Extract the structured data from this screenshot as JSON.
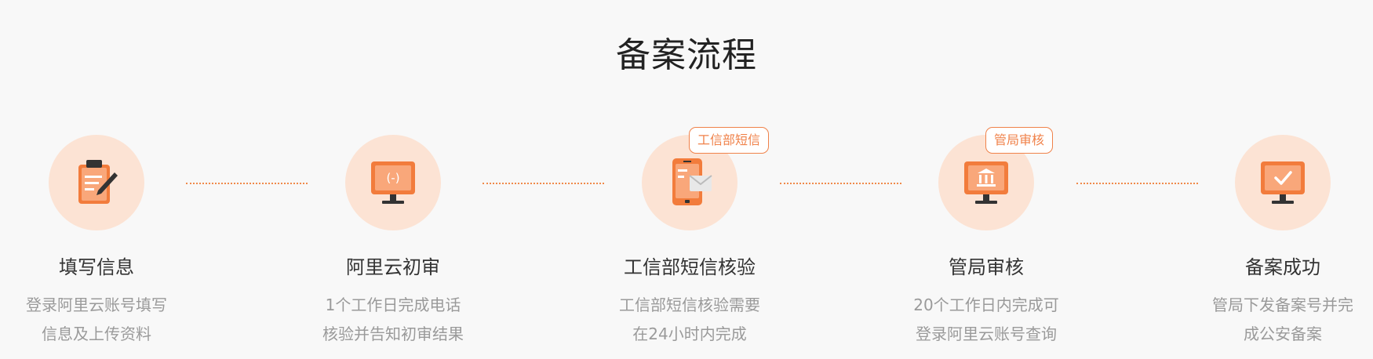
{
  "title": "备案流程",
  "badges": {
    "sms": "工信部短信",
    "bureau": "管局审核"
  },
  "steps": [
    {
      "icon": "form-edit-icon",
      "title": "填写信息",
      "desc": [
        "登录阿里云账号填写",
        "信息及上传资料"
      ]
    },
    {
      "icon": "monitor-code-icon",
      "title": "阿里云初审",
      "desc": [
        "1个工作日完成电话",
        "核验并告知初审结果"
      ]
    },
    {
      "icon": "phone-message-icon",
      "title": "工信部短信核验",
      "desc": [
        "工信部短信核验需要",
        "在24小时内完成"
      ]
    },
    {
      "icon": "monitor-building-icon",
      "title": "管局审核",
      "desc": [
        "20个工作日内完成可",
        "登录阿里云账号查询"
      ]
    },
    {
      "icon": "monitor-check-icon",
      "title": "备案成功",
      "desc": [
        "管局下发备案号并完",
        "成公安备案"
      ]
    }
  ],
  "colors": {
    "accent": "#f27c3c",
    "circle": "#fce3d4",
    "connector": "#f08a4b",
    "background": "#f8f8f8"
  }
}
